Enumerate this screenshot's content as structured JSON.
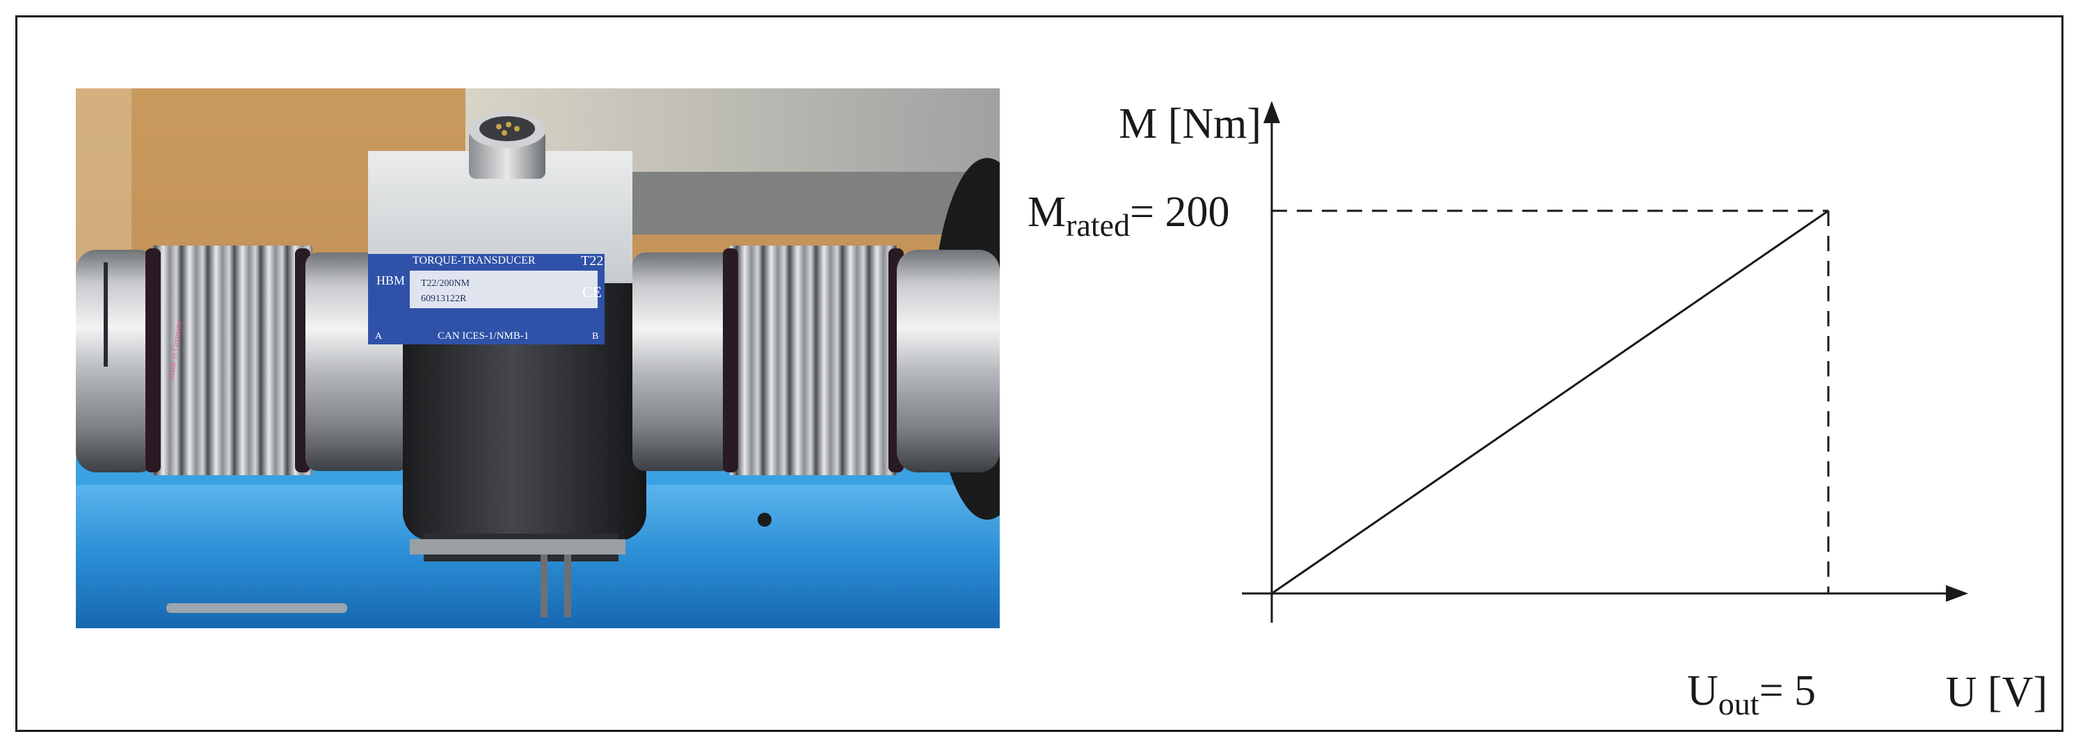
{
  "photo": {
    "label_header": "TORQUE-TRANSDUCER",
    "label_logo": "HBM",
    "label_model_mark": "T22",
    "label_type": "T22/200NM",
    "label_serial": "60913122R",
    "label_footer": "CAN ICES-1/NMB-1",
    "label_corner_a": "A",
    "label_corner_b": "B",
    "label_ce": "CE",
    "coupling_text": "Made in Germany"
  },
  "diagram": {
    "y_axis_label": "M [Nm]",
    "x_axis_label": "U [V]",
    "y_marker_base": "M",
    "y_marker_sub": "rated",
    "y_marker_value": "= 200",
    "x_marker_base": "U",
    "x_marker_sub": "out",
    "x_marker_value": "= 5"
  },
  "chart_data": {
    "type": "line",
    "x": [
      0,
      5
    ],
    "y": [
      0,
      200
    ],
    "xlabel": "U [V]",
    "ylabel": "M [Nm]",
    "annotations": [
      "M_rated = 200",
      "U_out = 5"
    ]
  },
  "colors": {
    "line": "#1a1a1a",
    "frame": "#1a1a1a",
    "background": "#ffffff",
    "base_blue": "#2c8fd6",
    "label_blue": "#2f52a8"
  }
}
